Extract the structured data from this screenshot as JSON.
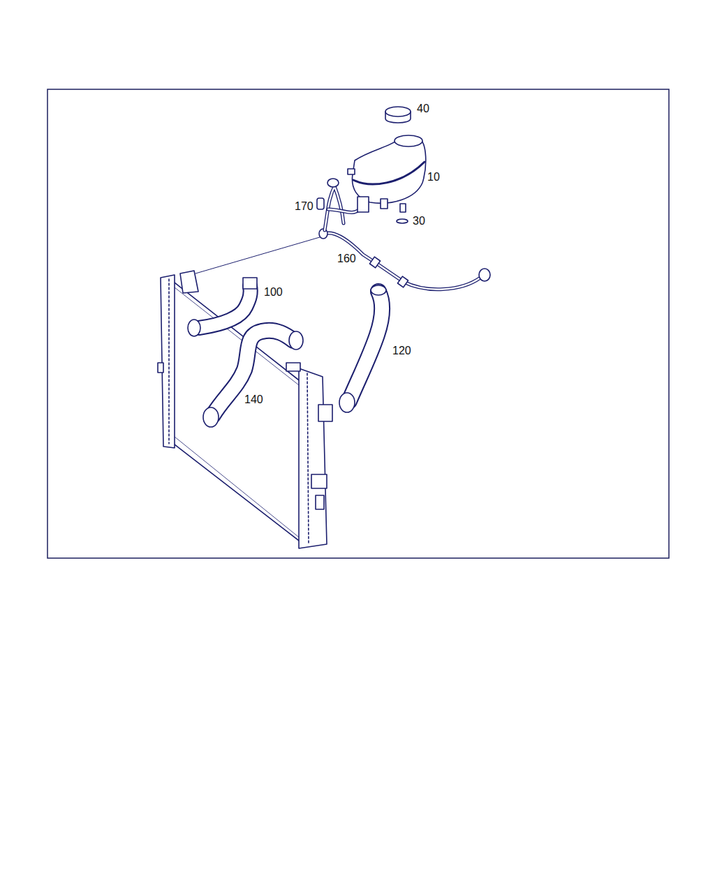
{
  "diagram": {
    "labels": [
      "40",
      "10",
      "170",
      "30",
      "160",
      "100",
      "120",
      "140"
    ]
  }
}
